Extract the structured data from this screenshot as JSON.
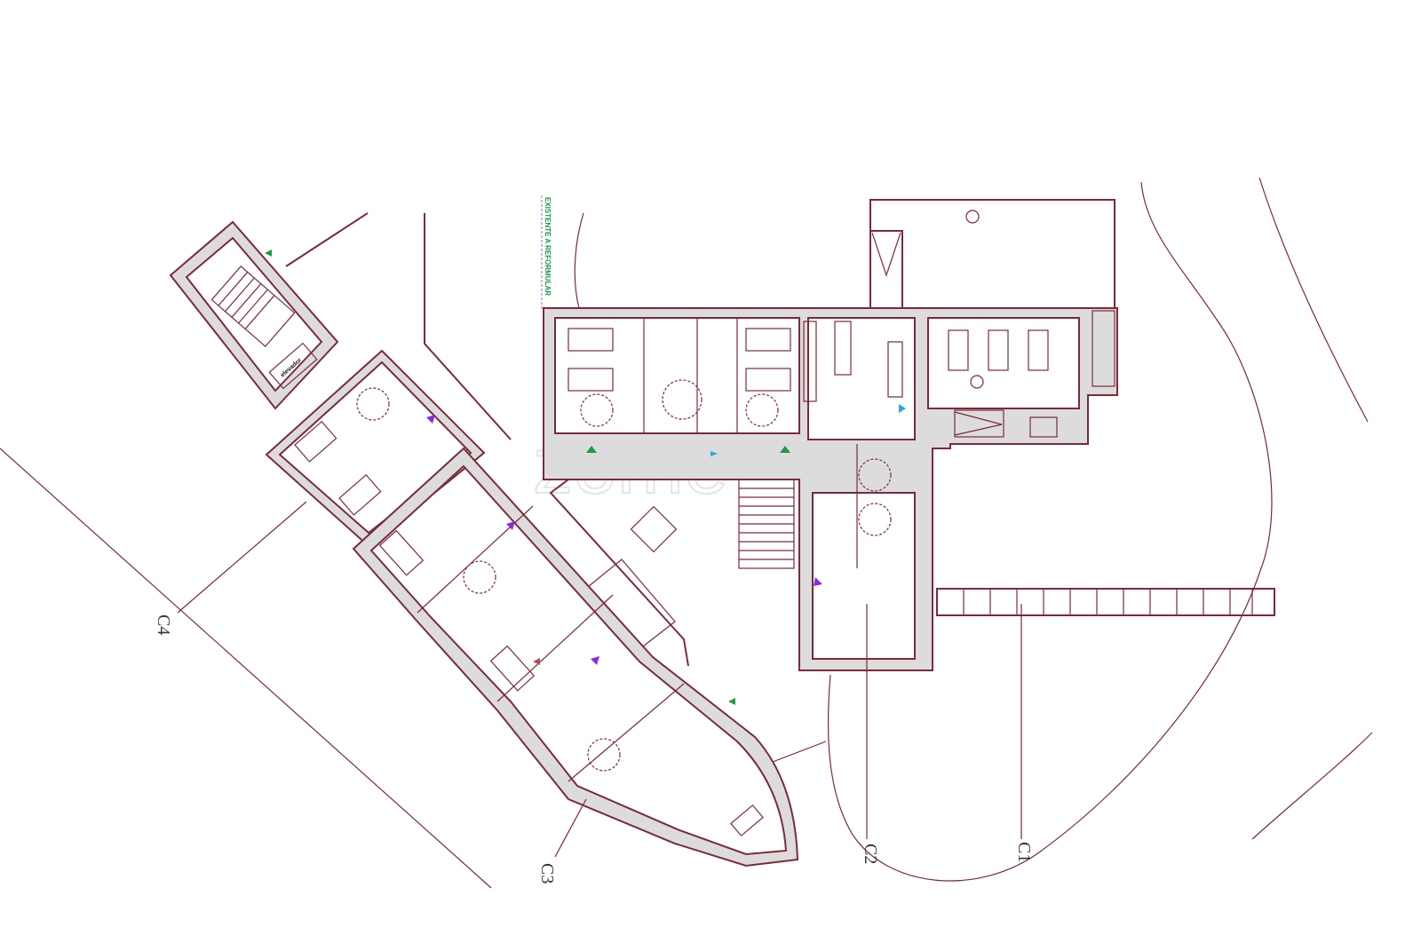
{
  "plan": {
    "existing_note": "EXISTENTE A REFORMULAR",
    "elevator_label": "elevador",
    "watermark": "zome",
    "sections": {
      "c1": "C1",
      "c2": "C2",
      "c3": "C3",
      "c4": "C4"
    },
    "colors": {
      "walls": "#7b2a3a",
      "annotations": "#1a9a4a",
      "accessibility": "#8a2be2",
      "fixtures": "#2aa8e0"
    }
  }
}
